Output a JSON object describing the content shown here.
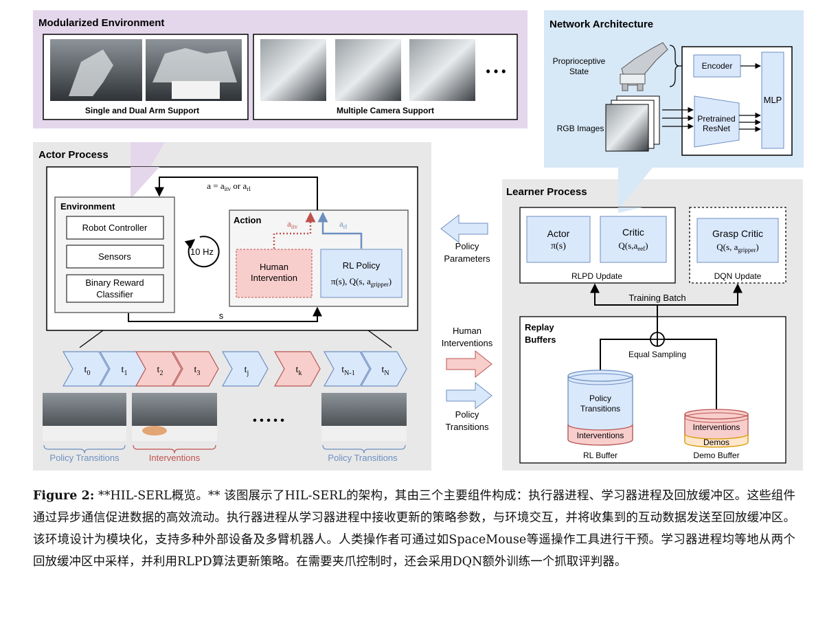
{
  "modular_env": {
    "title": "Modularized Environment",
    "arm_caption": "Single and Dual Arm Support",
    "camera_caption": "Multiple Camera Support",
    "ellipsis": "• • •"
  },
  "network": {
    "title": "Network Architecture",
    "proprio_line1": "Proprioceptive",
    "proprio_line2": "State",
    "rgb_label": "RGB Images",
    "encoder": "Encoder",
    "resnet_line1": "Pretrained",
    "resnet_line2": "ResNet",
    "mlp": "MLP"
  },
  "actor": {
    "title": "Actor Process",
    "env_title": "Environment",
    "robot_controller": "Robot Controller",
    "sensors": "Sensors",
    "reward_line1": "Binary Reward",
    "reward_line2": "Classifier",
    "frequency": "10 Hz",
    "action_title": "Action",
    "a_itv": "a",
    "a_itv_sub": "itv",
    "a_rl": "a",
    "a_rl_sub": "rl",
    "top_eq_a": "a = a",
    "top_eq_sub1": "itv",
    "top_eq_or": " or a",
    "top_eq_sub2": "rl",
    "state_label": "s",
    "human_line1": "Human",
    "human_line2": "Intervention",
    "rl_policy": "RL Policy",
    "rl_policy_fn": "π(s), Q(s, a",
    "rl_policy_sub": "gripper",
    "rl_policy_close": ")"
  },
  "timeline": {
    "steps": [
      {
        "base": "t",
        "sub": "0",
        "kind": "policy"
      },
      {
        "base": "t",
        "sub": "1",
        "kind": "policy"
      },
      {
        "base": "t",
        "sub": "2",
        "kind": "intervention"
      },
      {
        "base": "t",
        "sub": "3",
        "kind": "intervention"
      },
      {
        "base": "t",
        "sub": "j",
        "kind": "policy"
      },
      {
        "base": "t",
        "sub": "k",
        "kind": "intervention"
      },
      {
        "base": "t",
        "sub": "N-1",
        "kind": "policy"
      },
      {
        "base": "t",
        "sub": "N",
        "kind": "policy"
      }
    ],
    "dots": "• • • • •",
    "brace_labels": [
      "Policy Transitions",
      "Interventions",
      "Policy Transitions"
    ]
  },
  "middle": {
    "policy_params_line1": "Policy",
    "policy_params_line2": "Parameters",
    "human_int_line1": "Human",
    "human_int_line2": "Interventions",
    "policy_trans_line1": "Policy",
    "policy_trans_line2": "Transitions"
  },
  "learner": {
    "title": "Learner Process",
    "actor_line1": "Actor",
    "actor_line2": "π(s)",
    "critic_line1": "Critic",
    "critic_fn": "Q(s,a",
    "critic_sub": "eef",
    "critic_close": ")",
    "rlpd_update": "RLPD Update",
    "grasp_line1": "Grasp Critic",
    "grasp_fn": "Q(s, a",
    "grasp_sub": "gripper",
    "grasp_close": ")",
    "dqn_update": "DQN Update",
    "training_batch": "Training Batch",
    "replay_line1": "Replay",
    "replay_line2": "Buffers",
    "equal_sampling": "Equal Sampling",
    "rl_buf_policy_line1": "Policy",
    "rl_buf_policy_line2": "Transitions",
    "rl_buf_interventions": "Interventions",
    "rl_buffer": "RL Buffer",
    "demo_interventions": "Interventions",
    "demo_demos": "Demos",
    "demo_buffer": "Demo Buffer"
  },
  "caption": {
    "label": "Figure 2:",
    "text": " **HIL-SERL概览。** 该图展示了HIL-SERL的架构，其由三个主要组件构成：执行器进程、学习器进程及回放缓冲区。这些组件通过异步通信促进数据的高效流动。执行器进程从学习器进程中接收更新的策略参数，与环境交互，并将收集到的互动数据发送至回放缓冲区。该环境设计为模块化，支持多种外部设备及多臂机器人。人类操作者可通过如SpaceMouse等遥操作工具进行干预。学习器进程均等地从两个回放缓冲区中采样，并利用RLPD算法更新策略。在需要夹爪控制时，还会采用DQN额外训练一个抓取评判器。"
  },
  "colors": {
    "purple_panel": "#e4d7ec",
    "blue_panel": "#d7e8f7",
    "gray_panel": "#e8e8e8",
    "blue_box": "#dae8fc",
    "blue_border": "#6c8ebf",
    "red_box": "#f8cecc",
    "red_border": "#b85450",
    "yellow_box": "#ffe6cc",
    "policy_text": "#6c8ebf",
    "intervention_text": "#c0504d"
  }
}
